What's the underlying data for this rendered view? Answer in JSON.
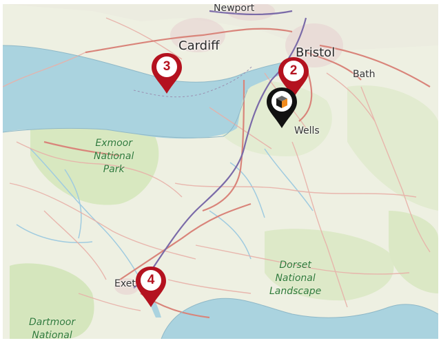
{
  "places": {
    "newport": "Newport",
    "cardiff": "Cardiff",
    "bristol": "Bristol",
    "bath": "Bath",
    "wells": "Wells",
    "exeter": "Exet",
    "exmoor_line1": "Exmoor",
    "exmoor_line2": "National",
    "exmoor_line3": "Park",
    "dorset_line1": "Dorset",
    "dorset_line2": "National",
    "dorset_line3": "Landscape",
    "dartmoor_line1": "Dartmoor",
    "dartmoor_line2": "National"
  },
  "markers": [
    {
      "number": "2",
      "color": "#b4121f"
    },
    {
      "number": "3",
      "color": "#b4121f"
    },
    {
      "number": "4",
      "color": "#b4121f"
    }
  ],
  "current_location": {
    "icon": "cube-logo-icon",
    "color": "#111111"
  },
  "colors": {
    "sea": "#aad3df",
    "land": "#eef0e2",
    "green": "#d8e8c0",
    "road_major": "#e6a29c",
    "motorway": "#7a6aa8"
  }
}
